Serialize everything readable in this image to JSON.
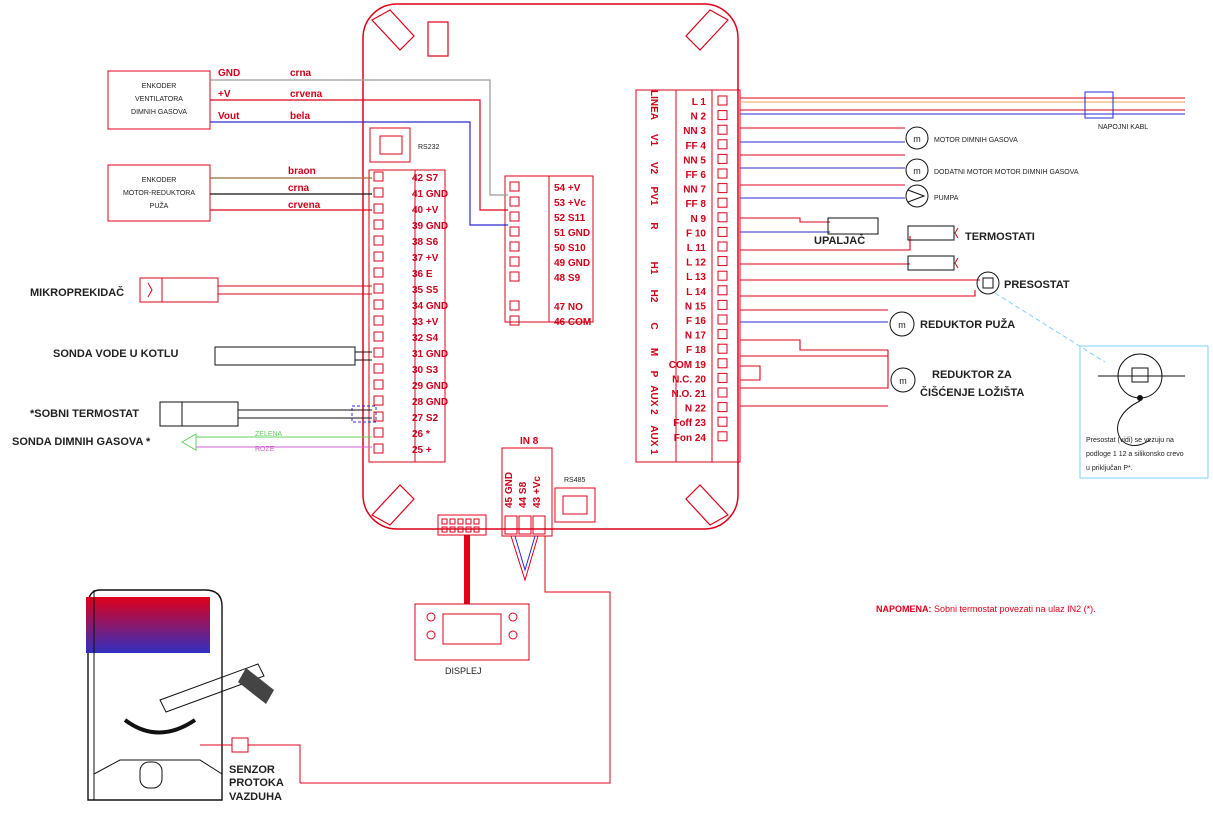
{
  "colors": {
    "outline": "#e0001a",
    "black": "#111111",
    "blue": "#2a2ad0",
    "orange": "#f0a050",
    "brown": "#9a6a3a",
    "gray": "#9a9a9a",
    "green": "#60d060",
    "pink": "#d060d0"
  },
  "encoder_fan": {
    "lines": [
      "ENKODER",
      "VENTILATORA",
      "DIMNIH GASOVA"
    ],
    "wires": [
      {
        "signal": "GND",
        "color": "crna"
      },
      {
        "signal": "+V",
        "color": "crvena"
      },
      {
        "signal": "Vout",
        "color": "bela"
      }
    ]
  },
  "encoder_motor": {
    "lines": [
      "ENKODER",
      "MOTOR-REDUKTORA",
      "PUŽA"
    ],
    "wires": [
      "braon",
      "crna",
      "crvena"
    ]
  },
  "rs232": "RS232",
  "rs485": "RS485",
  "left_inputs": {
    "mikroprekidac": "MIKROPREKIDAČ",
    "sonda_vode": "SONDA VODE U KOTLU",
    "sobni_termostat": "*SOBNI TERMOSTAT",
    "sonda_dimnih": "SONDA DIMNIH GASOVA *",
    "tc_wire1": "ZELENA",
    "tc_wire2": "ROZE"
  },
  "left_terminals": [
    "42 S7",
    "41 GND",
    "40 +V",
    "39 GND",
    "38 S6",
    "37 +V",
    "36 E",
    "35 S5",
    "34 GND",
    "33 +V",
    "32 S4",
    "31 GND",
    "30 S3",
    "29 GND",
    "28 GND",
    "27 S2",
    "26 *",
    "25 +"
  ],
  "center_terminals": [
    "54 +V",
    "53 +Vc",
    "52 S11",
    "51 GND",
    "50 S10",
    "49 GND",
    "48 S9",
    "47 NO",
    "46 COM"
  ],
  "bottom_terminals": {
    "header": "IN 8",
    "pins": [
      "45 GND",
      "44 S8",
      "43 +Vc"
    ]
  },
  "right_terminals": [
    "L 1",
    "N 2",
    "NN 3",
    "FF 4",
    "NN 5",
    "FF 6",
    "NN 7",
    "FF 8",
    "N 9",
    "F 10",
    "L 11",
    "L 12",
    "L 13",
    "L 14",
    "N 15",
    "F 16",
    "N 17",
    "F 18",
    "COM 19",
    "N.C. 20",
    "N.O. 21",
    "N 22",
    "Foff 23",
    "Fon 24"
  ],
  "right_groups": [
    "LINEA",
    "V1",
    "V2",
    "PV1",
    "R",
    "H1",
    "H2",
    "C",
    "M",
    "P",
    "AUX 2",
    "AUX 1"
  ],
  "right_devices": {
    "napojni": "NAPOJNI KABL",
    "motor_dimnih": "MOTOR DIMNIH GASOVA",
    "dodatni_motor": "DODATNI MOTOR MOTOR DIMNIH GASOVA",
    "pumpa": "PUMPA",
    "upaljac": "UPALJAČ",
    "termostati": "TERMOSTATI",
    "presostat": "PRESOSTAT",
    "reduktor_puza": "REDUKTOR PUŽA",
    "reduktor_ciscenje": [
      "REDUKTOR ZA",
      "ČIŠĆENJE LOŽIŠTA"
    ]
  },
  "presostat_note": [
    "Presostat (vidi) se vezuju na",
    "podloge 1 12 a silikonsko crevo",
    "u priključan P*."
  ],
  "displej": "DISPLEJ",
  "senzor": [
    "SENZOR",
    "PROTOKA",
    "VAZDUHA"
  ],
  "napomena": {
    "title": "NAPOMENA:",
    "text": " Sobni termostat povezati na ulaz IN2 (*)."
  }
}
